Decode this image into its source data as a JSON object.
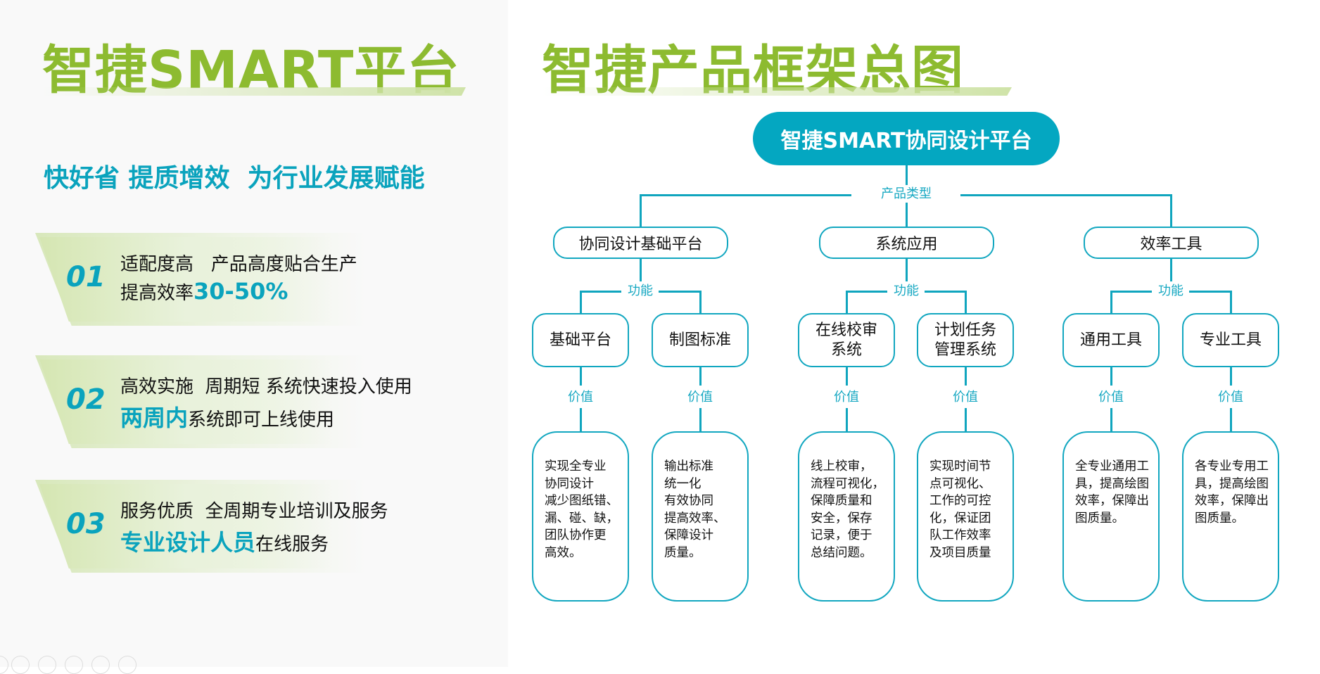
{
  "left": {
    "title": "智捷SMART平台",
    "subtitle": "快好省 提质增效  为行业发展赋能",
    "cards": [
      {
        "num": "01",
        "line1": "适配度高   产品高度贴合生产",
        "line2_pre": "提高效率",
        "line2_hl": "30-50%",
        "line2_post": ""
      },
      {
        "num": "02",
        "line1": "高效实施  周期短 系统快速投入使用",
        "line2_pre": "",
        "line2_hl": "两周内",
        "line2_post": "系统即可上线使用"
      },
      {
        "num": "03",
        "line1": "服务优质  全周期专业培训及服务",
        "line2_pre": "",
        "line2_hl": "专业设计人员",
        "line2_post": "在线服务"
      }
    ]
  },
  "right": {
    "title": "智捷产品框架总图",
    "root": "智捷SMART协同设计平台",
    "type_label": "产品类型",
    "func_label": "功能",
    "value_label": "价值",
    "categories": [
      {
        "name": "协同设计基础平台",
        "children": [
          {
            "name": [
              "基础平台"
            ],
            "value": [
              "实现全专业",
              "协同设计",
              "减少图纸错、",
              "漏、碰、缺，",
              "团队协作更",
              "高效。"
            ]
          },
          {
            "name": [
              "制图标准"
            ],
            "value": [
              "输出标准",
              "统一化",
              "有效协同",
              "提高效率、",
              "保障设计",
              "质量。"
            ]
          }
        ]
      },
      {
        "name": "系统应用",
        "children": [
          {
            "name": [
              "在线校审",
              "系统"
            ],
            "value": [
              "线上校审，",
              "流程可视化，",
              "保障质量和",
              "安全，保存",
              "记录，便于",
              "总结问题。"
            ]
          },
          {
            "name": [
              "计划任务",
              "管理系统"
            ],
            "value": [
              "实现时间节",
              "点可视化、",
              "工作的可控",
              "化，保证团",
              "队工作效率",
              "及项目质量"
            ]
          }
        ]
      },
      {
        "name": "效率工具",
        "children": [
          {
            "name": [
              "通用工具"
            ],
            "value": [
              "全专业通用工",
              "具，提高绘图",
              "效率，保障出",
              "图质量。"
            ]
          },
          {
            "name": [
              "专业工具"
            ],
            "value": [
              "各专业专用工",
              "具，提高绘图",
              "效率，保障出",
              "图质量。"
            ]
          }
        ]
      }
    ]
  },
  "colors": {
    "green": "#8dbb30",
    "teal": "#04a7c1"
  }
}
